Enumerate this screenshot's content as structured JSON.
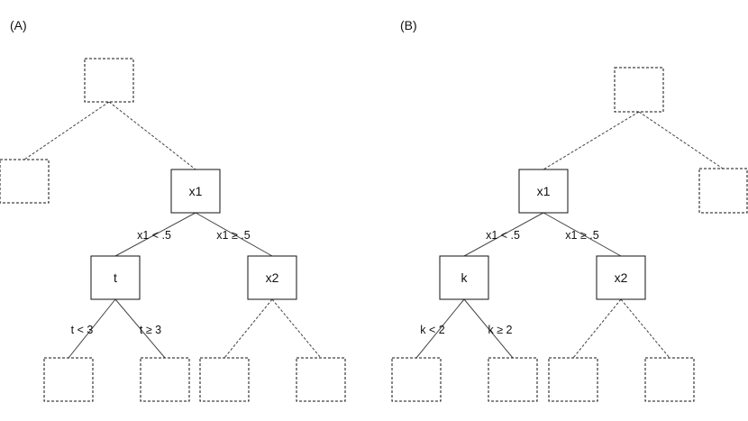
{
  "panels": [
    {
      "label": "(A)",
      "root_split": "x1",
      "left_split": "t",
      "right_split": "x2",
      "edge_labels": {
        "root_left": "x1 < .5",
        "root_right": "x1 ≥ .5",
        "left_left": "t < 3",
        "left_right": "t ≥ 3"
      }
    },
    {
      "label": "(B)",
      "root_split": "x1",
      "left_split": "k",
      "right_split": "x2",
      "edge_labels": {
        "root_left": "x1 < .5",
        "root_right": "x1 ≥ .5",
        "left_left": "k < 2",
        "left_right": "k ≥ 2"
      }
    }
  ]
}
